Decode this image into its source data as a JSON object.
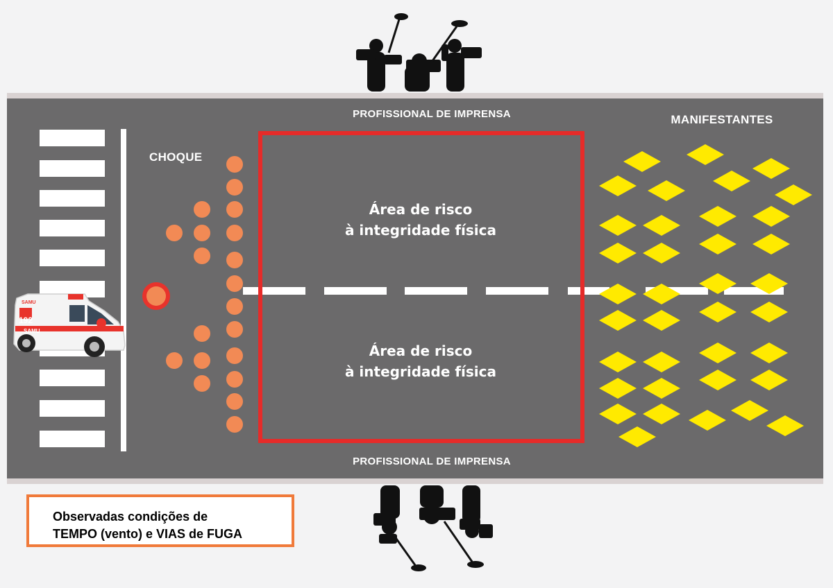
{
  "labels": {
    "press_top": "PROFISSIONAL DE IMPRENSA",
    "press_bottom": "PROFISSIONAL DE IMPRENSA",
    "protesters": "MANIFESTANTES",
    "police": "CHOQUE"
  },
  "risk_area": {
    "top_line1": "Área de risco",
    "top_line2": "à integridade física",
    "bottom_line1": "Área de risco",
    "bottom_line2": "à integridade física"
  },
  "note": {
    "line1": "Observadas condições de",
    "line2": "TEMPO (vento) e VIAS de FUGA"
  },
  "ambulance": {
    "number": "192",
    "name": "SAMU"
  },
  "colors": {
    "background": "#f3f3f4",
    "road": "#6b6a6b",
    "police": "#f28a55",
    "commander": "#e8332c",
    "protesters": "#ffea00",
    "risk_border": "#e62b29",
    "note_border": "#f07a3a"
  },
  "icons": {
    "police_units": "orange-circle-icon",
    "commander": "red-ringed-circle-icon",
    "protesters": "yellow-diamond-icon",
    "press": "camera-operator-silhouette-icon",
    "ambulance": "ambulance-icon"
  }
}
